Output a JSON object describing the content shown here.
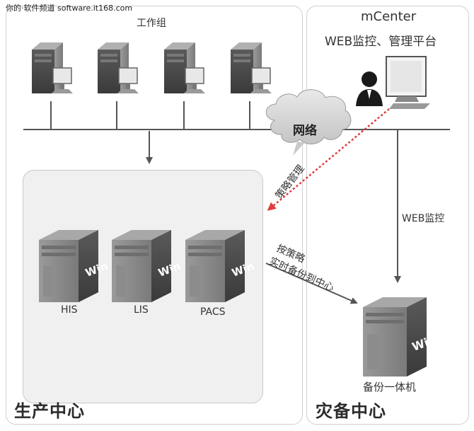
{
  "watermark": "你的·软件频道 software.it168.com",
  "workgroup_label": "工作组",
  "mcenter": {
    "title": "mCenter",
    "subtitle": "WEB监控、管理平台"
  },
  "network_label": "网络",
  "policy_label": "策略管理",
  "web_monitor_label": "WEB监控",
  "backup_flow": {
    "line1": "按策略",
    "line2": "实时备份到中心"
  },
  "servers": [
    {
      "name": "HIS",
      "badge": "Win"
    },
    {
      "name": "LIS",
      "badge": "Win"
    },
    {
      "name": "PACS",
      "badge": "Win"
    }
  ],
  "backup_server": {
    "name": "备份一体机",
    "badge": "Win"
  },
  "production_center": "生产中心",
  "disaster_center": "灾备中心",
  "colors": {
    "policy_arrow": "#e23c3c",
    "arrow": "#555555",
    "server_dark": "#4a4a4a"
  }
}
